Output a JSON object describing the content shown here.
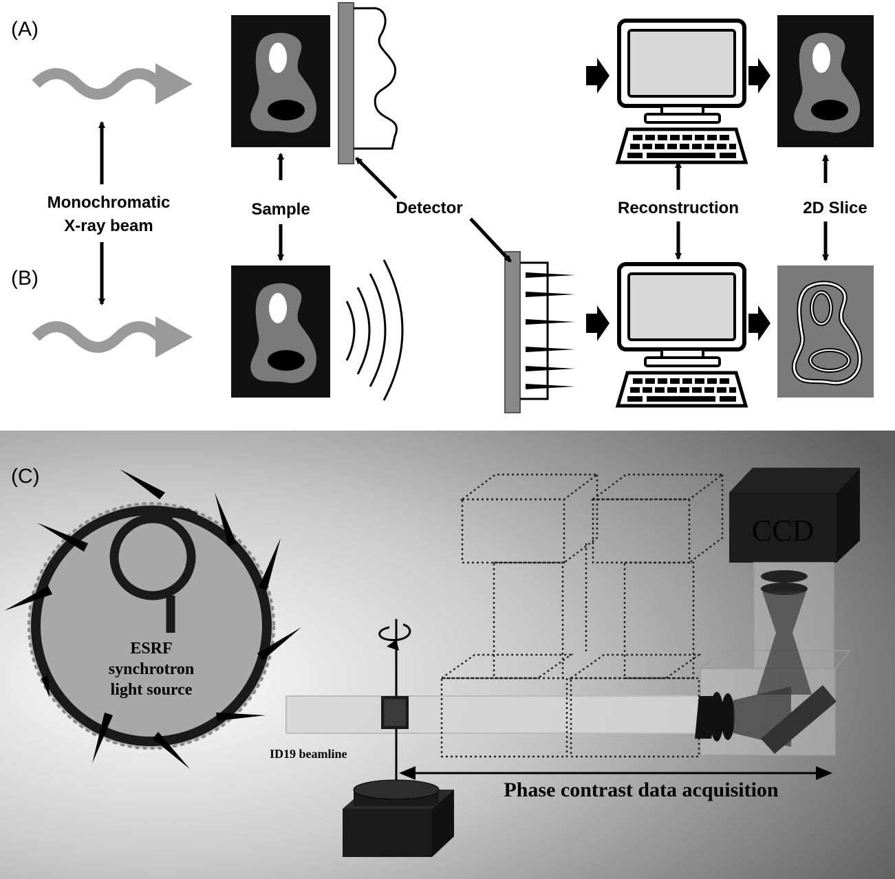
{
  "panels": {
    "a_label": "(A)",
    "b_label": "(B)",
    "c_label": "(C)"
  },
  "labels": {
    "beam_line1": "Monochromatic",
    "beam_line2": "X-ray beam",
    "sample": "Sample",
    "detector": "Detector",
    "reconstruction": "Reconstruction",
    "slice": "2D Slice"
  },
  "setup": {
    "source_line1": "ESRF",
    "source_line2": "synchrotron",
    "source_line3": "light source",
    "ccd": "CCD",
    "beamline": "ID19 beamline",
    "acquisition": "Phase contrast data acquisition"
  },
  "colors": {
    "beam_arrow": "#9a9a9a",
    "cell": "#7a7a7a",
    "sample_bg": "#111111",
    "detector_bar": "#8a8a8a",
    "screen": "#d8d8d8",
    "ring": "#1a1a1a",
    "ring_fill": "#a8a8a8"
  }
}
